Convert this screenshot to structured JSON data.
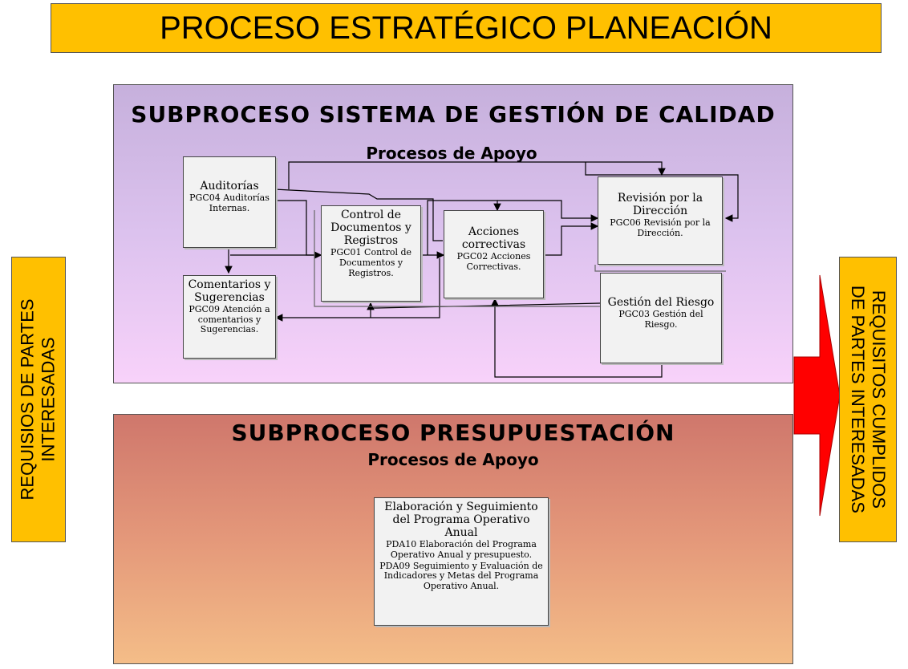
{
  "title": "PROCESO ESTRATÉGICO PLANEACIÓN",
  "quality": {
    "title": "SUBPROCESO SISTEMA DE GESTIÓN DE CALIDAD",
    "subtitle": "Procesos de Apoyo",
    "nodes": {
      "auditorias": {
        "title": "Auditorías",
        "desc": "PGC04 Auditorías Internas."
      },
      "comentarios": {
        "title": "Comentarios y Sugerencias",
        "desc": "PGC09 Atención a comentarios y Sugerencias."
      },
      "control": {
        "title": "Control de Documentos y Registros",
        "desc": "PGC01 Control de Documentos y Registros."
      },
      "acciones": {
        "title": "Acciones correctivas",
        "desc": "PGC02 Acciones Correctivas."
      },
      "revision": {
        "title": "Revisión por la Dirección",
        "desc": "PGC06 Revisión por la Dirección."
      },
      "riesgo": {
        "title": "Gestión del Riesgo",
        "desc": "PGC03 Gestión del Riesgo."
      }
    }
  },
  "budget": {
    "title": "SUBPROCESO PRESUPUESTACIÓN",
    "subtitle": "Procesos de Apoyo",
    "node": {
      "title": "Elaboración y Seguimiento del Programa Operativo Anual",
      "desc1": "PDA10 Elaboración del Programa Operativo Anual y presupuesto.",
      "desc2": "PDA09 Seguimiento y Evaluación de Indicadores y Metas del Programa Operativo Anual."
    }
  },
  "left_label": {
    "line1": "REQUISIOS DE PARTES",
    "line2": "INTERESADAS"
  },
  "right_label": {
    "line1": "REQUISITOS CUMPLIDOS",
    "line2": "DE PARTES INTERESADAS"
  },
  "colors": {
    "title_bg": "#ffc000",
    "arrow": "#ff0000",
    "quality_bg": "#dcc2ee",
    "budget_bg": "#e4987a",
    "node_bg": "#f2f2f2"
  }
}
